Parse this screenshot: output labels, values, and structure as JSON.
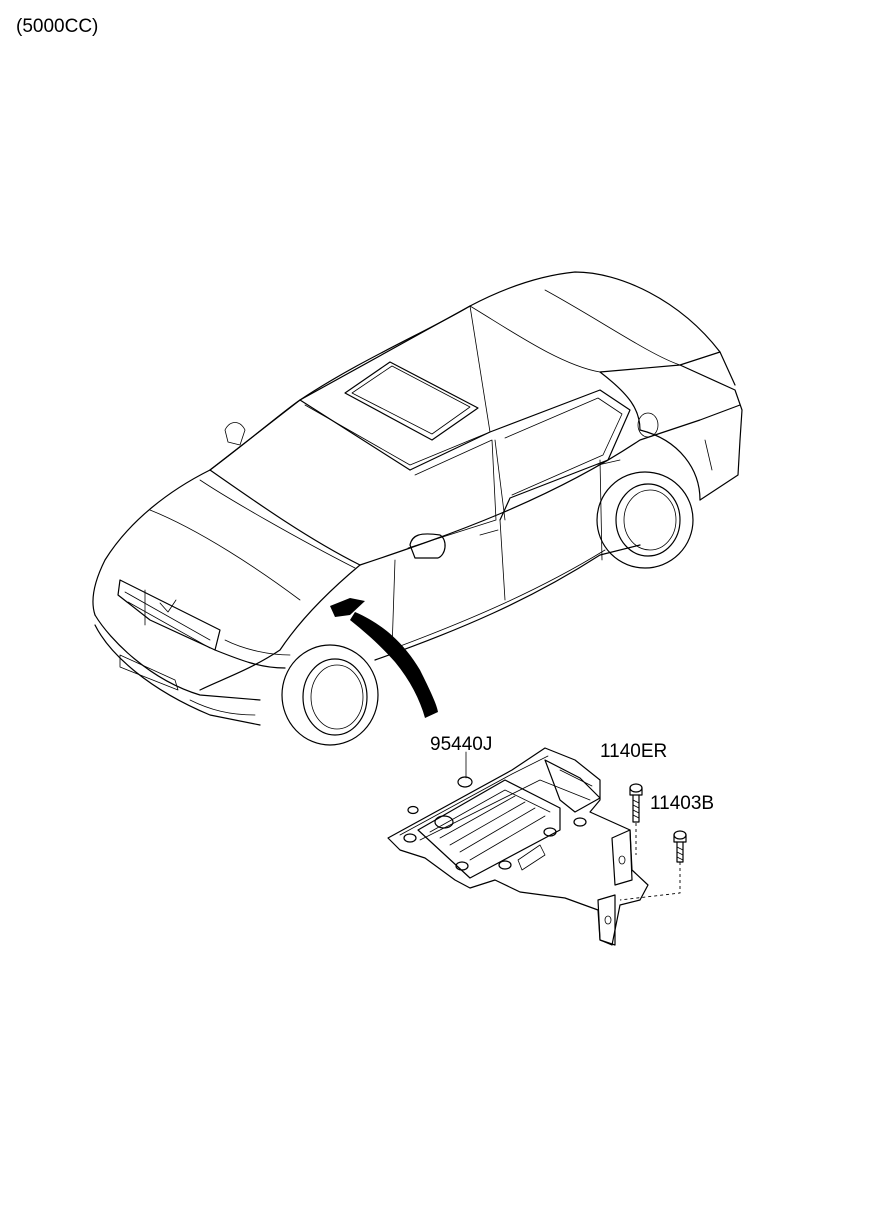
{
  "caption": "(5000CC)",
  "callouts": [
    {
      "part_no": "95440J"
    },
    {
      "part_no": "1140ER"
    },
    {
      "part_no": "11403B"
    }
  ]
}
